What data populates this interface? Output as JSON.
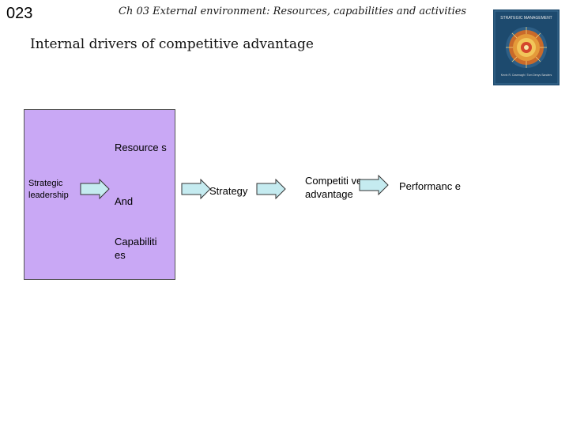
{
  "slide": {
    "number": "023",
    "header": "Ch 03 External environment: Resources, capabilities and activities",
    "title": "Internal drivers of competitive advantage"
  },
  "book_cover": {
    "title": "STRATEGIC MANAGEMENT",
    "authors": "Kevin R. Cavenagh / Tom Denys Sanders"
  },
  "diagram": {
    "strategic_leadership": "Strategic leadership",
    "resources": "Resource s",
    "and": "And",
    "capabilities": "Capabiliti es",
    "strategy": "Strategy",
    "competitive_advantage": "Competiti ve advantage",
    "performance": "Performanc e"
  },
  "colors": {
    "box_fill": "#c9a8f5",
    "arrow_fill": "#c5ebf0",
    "cover_bg": "#1d4a6e"
  }
}
